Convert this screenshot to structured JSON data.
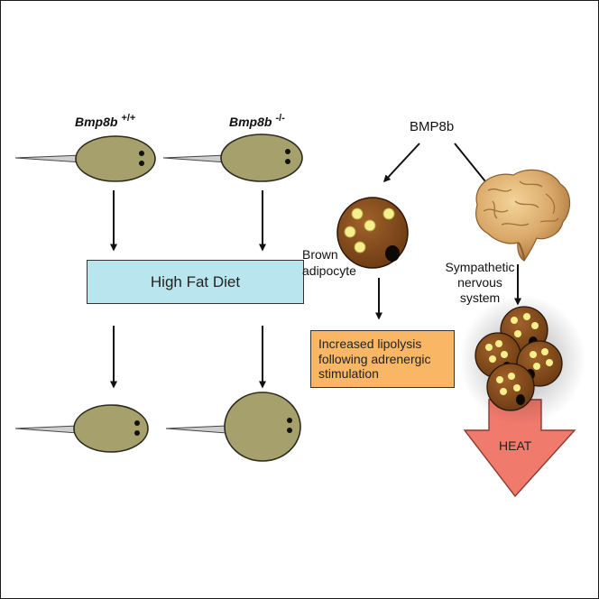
{
  "labels": {
    "wt_gene": "Bmp8b",
    "wt_genotype": "+/+",
    "ko_gene": "Bmp8b",
    "ko_genotype": "-/-",
    "bmp8b": "BMP8b",
    "high_fat_diet": "High Fat Diet",
    "brown_adipocyte": [
      "Brown",
      "adipocyte"
    ],
    "sympathetic": [
      "Sympathetic",
      "nervous",
      "system"
    ],
    "lipolysis": [
      "Increased lipolysis",
      "following adrenergic",
      "stimulation"
    ],
    "heat": "HEAT"
  },
  "colors": {
    "mouse_body": "#a5a06c",
    "mouse_outline": "#2b2b1e",
    "diet_box": "#b9e6ee",
    "lipolysis_box": "#f9b766",
    "adipocyte": "#7a4418",
    "lipid_droplet": "#f6ef8c",
    "heat_arrow": "#f07a6c",
    "brain": "#d9a868"
  },
  "icons": [
    "mouse-icon",
    "brown-adipocyte-icon",
    "brain-icon",
    "adipocyte-cluster-icon",
    "heat-arrow-icon"
  ]
}
